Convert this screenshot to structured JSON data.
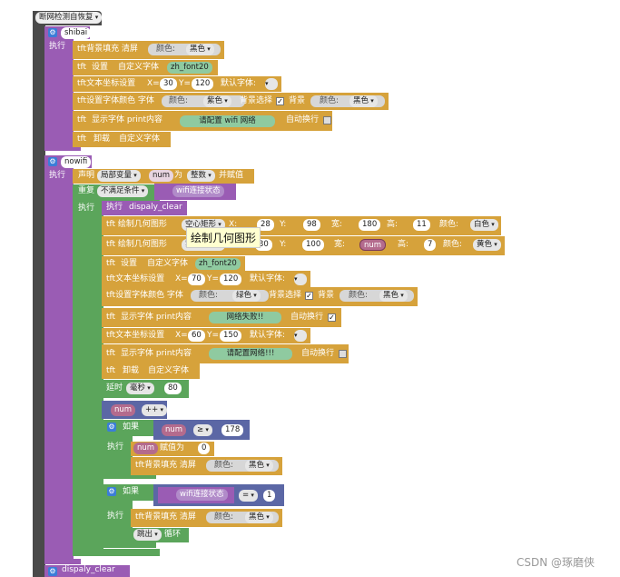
{
  "root": {
    "label": "断网检测自恢复"
  },
  "common": {
    "exec": "执行",
    "tft": "tft",
    "set": "设置",
    "custom_font": "自定义字体",
    "unload": "卸载",
    "color": "颜色:",
    "bg_select": "背景选择",
    "bg": "背景",
    "auto_wrap": "自动换行",
    "default_font": "默认字体:",
    "x": "X=",
    "y": "Y=",
    "xc": "X:",
    "yc": "Y:",
    "width": "宽:",
    "height": "高:",
    "if": "如果",
    "check": "✓"
  },
  "shibai": {
    "name": "shibai",
    "fill_label": "tft背景填充 清屏",
    "fill_color": "黑色",
    "font": "zh_font20",
    "coord_label": "tft文本坐标设置",
    "coord_x": "30",
    "coord_y": "120",
    "color_label": "tft设置字体颜色 字体",
    "font_color": "紫色",
    "bg_color": "黑色",
    "print_label": "显示字体 print内容",
    "print_text": "请配置 wifi 网络"
  },
  "nowifi": {
    "name": "nowifi",
    "declare": "声明",
    "local_var": "局部变量",
    "var": "num",
    "as": "为",
    "type": "整数",
    "and_assign": "并赋值",
    "repeat": "重复",
    "until": "不满足条件",
    "wifi_status": "wifi连接状态",
    "clear_call": "dispaly_clear",
    "draw1_label": "tft 绘制几何图形",
    "draw1_shape": "空心矩形",
    "draw1_x": "28",
    "draw1_y": "98",
    "draw1_w": "180",
    "draw1_h": "11",
    "draw1_color": "白色",
    "draw2_label": "tft 绘制几何图形",
    "draw2_shape": "实心矩形",
    "draw2_x": "30",
    "draw2_y": "100",
    "draw2_h": "7",
    "draw2_color": "黄色",
    "font": "zh_font20",
    "coord1_label": "tft文本坐标设置",
    "coord1_x": "70",
    "coord1_y": "120",
    "color_label": "tft设置字体颜色 字体",
    "font_color": "绿色",
    "bg_color": "黑色",
    "print_label": "显示字体 print内容",
    "print1_text": "网络失败!!",
    "coord2_label": "tft文本坐标设置",
    "coord2_x": "60",
    "coord2_y": "150",
    "print2_text": "请配置网络!!!",
    "delay": "延时",
    "delay_unit": "毫秒",
    "delay_value": "80",
    "inc": "++",
    "op_ge": "≥",
    "cmp_value": "178",
    "assign": "赋值为",
    "assign_value": "0",
    "fill_label": "tft背景填充 清屏",
    "fill_color": "黑色",
    "op_eq": "=",
    "eq_value": "1",
    "break": "跳出",
    "loop": "循环"
  },
  "tooltip": "绘制几何图形",
  "bottom": {
    "name": "dispaly_clear"
  },
  "watermark": "CSDN @琢磨侠"
}
